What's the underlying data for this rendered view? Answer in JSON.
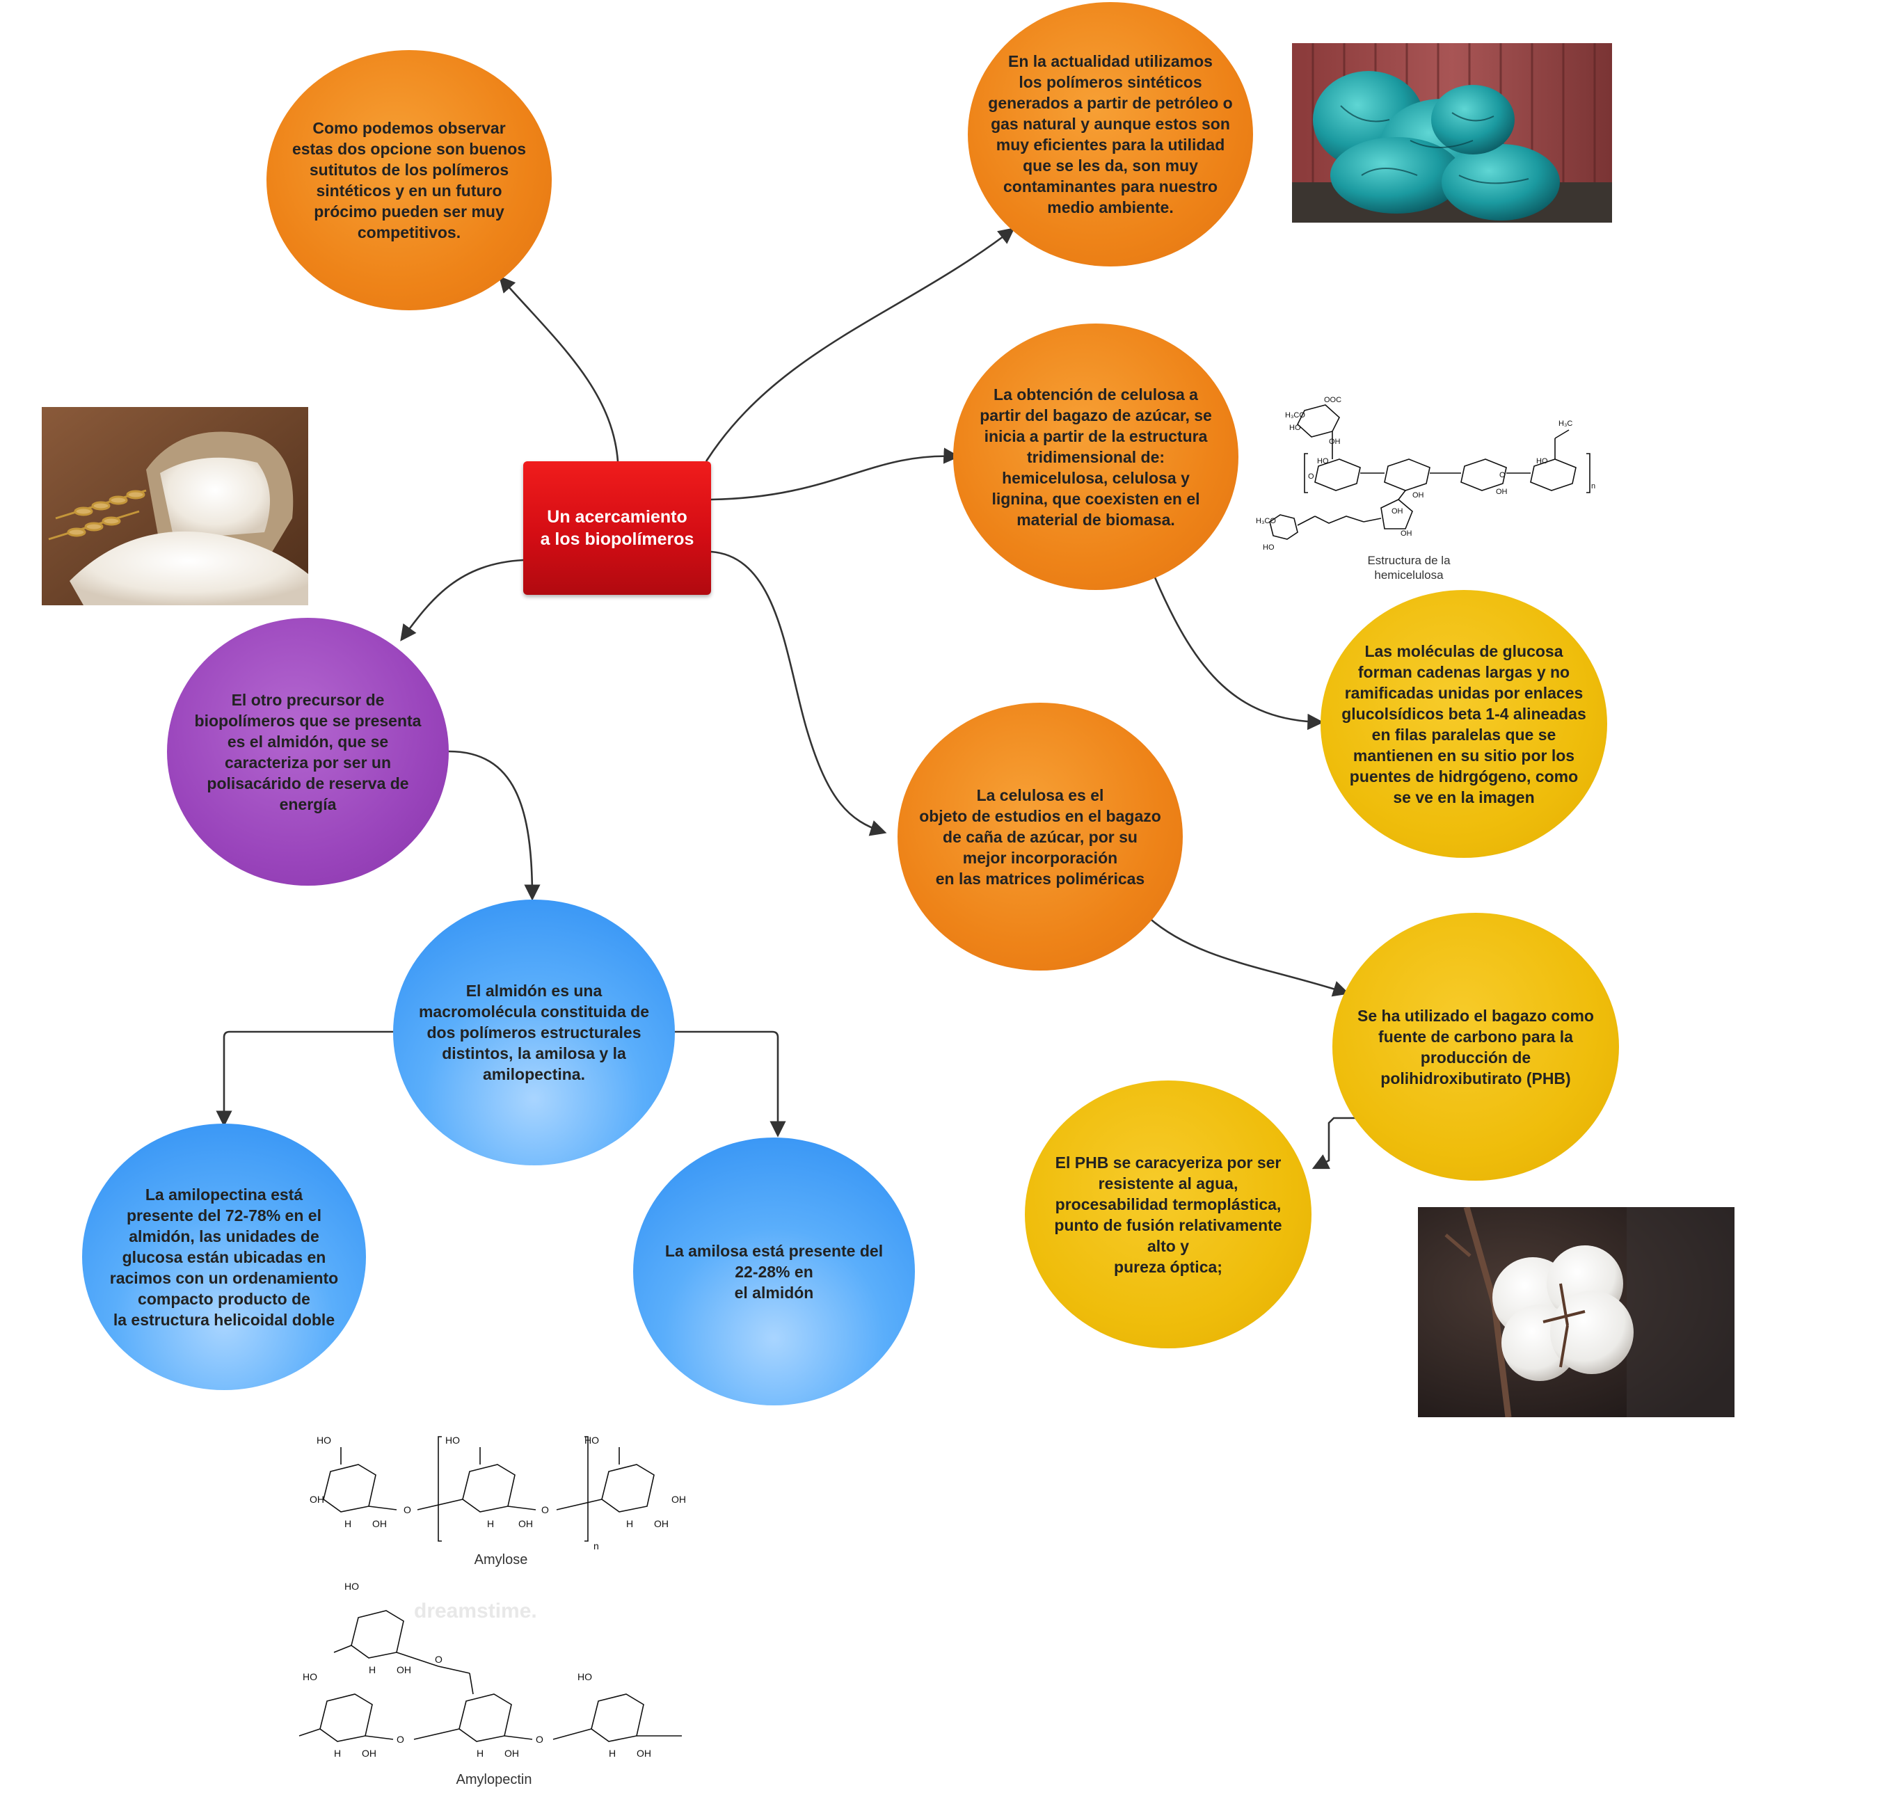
{
  "center": {
    "label": "Un acercamiento\na los biopolímeros"
  },
  "nodes": {
    "competitivos": "Como podemos observar\nestas dos opcione son buenos\nsutitutos de los polímeros\nsintéticos y en un futuro\nprócimo pueden ser muy\ncompetitivos.",
    "sinteticos": "En la actualidad utilizamos\nlos polímeros sintéticos\ngenerados a partir de petróleo o\ngas natural y aunque estos son\nmuy eficientes para la utilidad\nque se les da, son muy\ncontaminantes para nuestro\nmedio ambiente.",
    "celulosa_bagazo": "La obtención de celulosa a\npartir del bagazo de azúcar, se\ninicia a partir de la estructura\ntridimensional de:\nhemicelulosa, celulosa y\nlignina, que coexisten en el\nmaterial de biomasa.",
    "glucosa": "Las moléculas de glucosa\nforman cadenas largas y no\nramificadas unidas por enlaces\nglucolsídicos beta 1-4 alineadas\nen filas paralelas que se\nmantienen en su sitio por los\npuentes de hidrgógeno, como\nse ve en la imagen",
    "celulosa_estudios": "La celulosa es el\nobjeto de estudios en el bagazo\nde caña de azúcar, por su\nmejor incorporación\nen las matrices poliméricas",
    "phb_fuente": "Se ha utilizado el bagazo como\nfuente de carbono para la\nproducción de\npolihidroxibutirato (PHB)",
    "phb_props": "El PHB se caracyeriza por ser\nresistente al agua,\nprocesabilidad termoplástica,\npunto de fusión relativamente\nalto y\npureza óptica;",
    "almidon_precursor": "El otro precursor de\nbiopolímeros que se presenta\nes el almidón, que se\ncaracteriza por ser un\npolisacárido de reserva de\nenergía",
    "almidon_macro": "El almidón es una\nmacromolécula constituida de\ndos polímeros estructurales\ndistintos, la amilosa y la\namilopectina.",
    "amilopectina": "La amilopectina está\npresente del 72-78% en el\nalmidón, las unidades de\nglucosa están ubicadas en\nracimos con un ordenamiento\ncompacto producto de\nla estructura helicoidal doble",
    "amilosa": "La amilosa está presente del\n22-28% en\nel almidón"
  },
  "figures": {
    "hemicellulose_caption": "Estructura de la\nhemicelulosa",
    "amylose_label": "Amylose",
    "amylopectin_label": "Amylopectin",
    "watermark": "dreamstime."
  },
  "colors": {
    "center": "#e0141a",
    "orange": "#ee8318",
    "purple": "#9a45bc",
    "blue": "#3d9af5",
    "yellow": "#efbd0b",
    "connector": "#333333"
  }
}
